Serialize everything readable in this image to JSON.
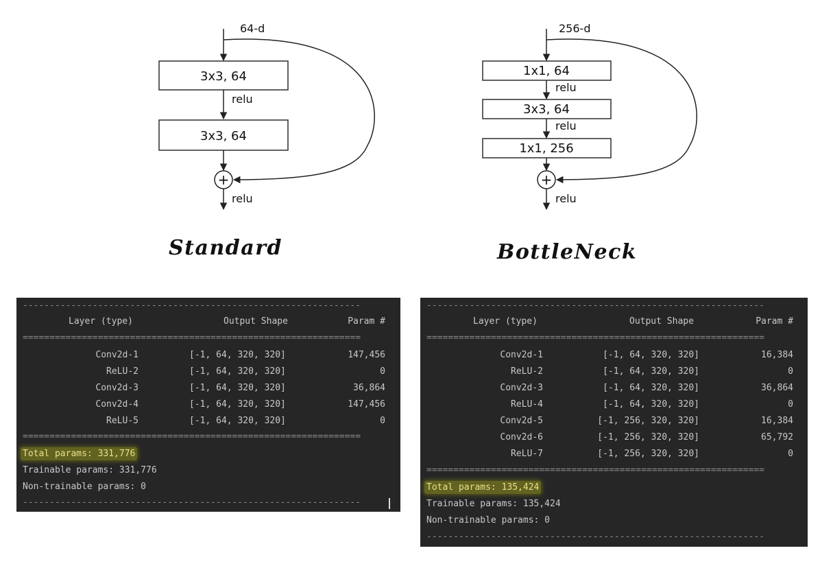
{
  "standard": {
    "input_label": "64-d",
    "layers": [
      "3x3, 64",
      "3x3, 64"
    ],
    "activations": [
      "relu",
      "relu"
    ],
    "caption": "Standard"
  },
  "bottleneck": {
    "input_label": "256-d",
    "layers": [
      "1x1, 64",
      "3x3, 64",
      "1x1, 256"
    ],
    "activations": [
      "relu",
      "relu",
      "relu"
    ],
    "caption": "BottleNeck"
  },
  "adder_symbol": "+",
  "summary_left": {
    "headers": {
      "layer": "Layer (type)",
      "shape": "Output Shape",
      "params": "Param #"
    },
    "rows": [
      {
        "layer": "Conv2d-1",
        "shape": "[-1, 64, 320, 320]",
        "params": "147,456"
      },
      {
        "layer": "ReLU-2",
        "shape": "[-1, 64, 320, 320]",
        "params": "0"
      },
      {
        "layer": "Conv2d-3",
        "shape": "[-1, 64, 320, 320]",
        "params": "36,864"
      },
      {
        "layer": "Conv2d-4",
        "shape": "[-1, 64, 320, 320]",
        "params": "147,456"
      },
      {
        "layer": "ReLU-5",
        "shape": "[-1, 64, 320, 320]",
        "params": "0"
      }
    ],
    "total": "Total params: 331,776",
    "trainable": "Trainable params: 331,776",
    "non_trainable": "Non-trainable params: 0"
  },
  "summary_right": {
    "headers": {
      "layer": "Layer (type)",
      "shape": "Output Shape",
      "params": "Param #"
    },
    "rows": [
      {
        "layer": "Conv2d-1",
        "shape": "[-1, 64, 320, 320]",
        "params": "16,384"
      },
      {
        "layer": "ReLU-2",
        "shape": "[-1, 64, 320, 320]",
        "params": "0"
      },
      {
        "layer": "Conv2d-3",
        "shape": "[-1, 64, 320, 320]",
        "params": "36,864"
      },
      {
        "layer": "ReLU-4",
        "shape": "[-1, 64, 320, 320]",
        "params": "0"
      },
      {
        "layer": "Conv2d-5",
        "shape": "[-1, 256, 320, 320]",
        "params": "16,384"
      },
      {
        "layer": "Conv2d-6",
        "shape": "[-1, 256, 320, 320]",
        "params": "65,792"
      },
      {
        "layer": "ReLU-7",
        "shape": "[-1, 256, 320, 320]",
        "params": "0"
      }
    ],
    "total": "Total params: 135,424",
    "trainable": "Trainable params: 135,424",
    "non_trainable": "Non-trainable params: 0"
  }
}
